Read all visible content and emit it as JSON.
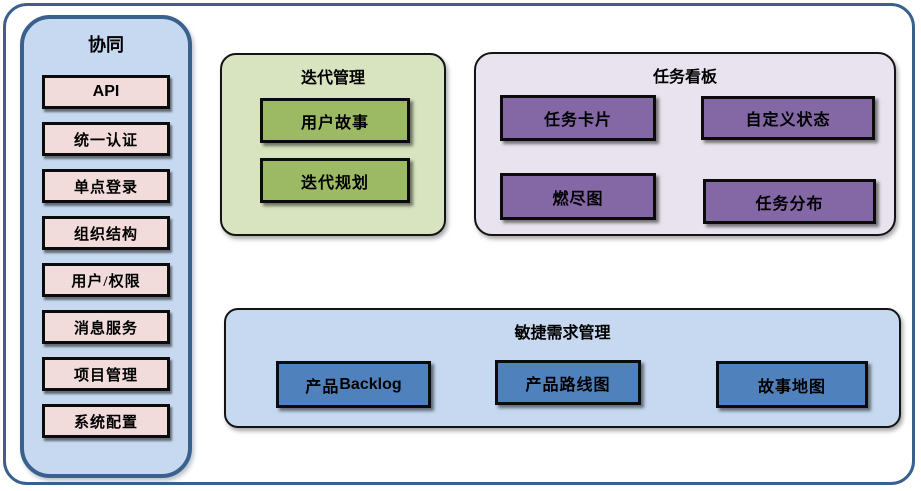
{
  "colors": {
    "frame_border": "#3A618E",
    "sidebar_bg": "#C6D9F0",
    "sidebar_border": "#3A618E",
    "item_pink_bg": "#F2DCDB",
    "group_green_bg": "#D8E4C0",
    "node_green_bg": "#9CBA63",
    "group_purple_bg": "#E8E3EF",
    "node_purple_bg": "#8467A5",
    "group_blue_bg": "#C6D9F0",
    "node_blue_bg": "#4F81BD",
    "node_border": "#0B0B0B",
    "text": "#000000"
  },
  "sidebar": {
    "title": "协同",
    "items": [
      {
        "label": "API"
      },
      {
        "label": "统一认证"
      },
      {
        "label": "单点登录"
      },
      {
        "label": "组织结构"
      },
      {
        "label": "用户/权限"
      },
      {
        "label": "消息服务"
      },
      {
        "label": "项目管理"
      },
      {
        "label": "系统配置"
      }
    ]
  },
  "groups": {
    "iteration": {
      "title": "迭代管理",
      "items": [
        {
          "label": "用户故事"
        },
        {
          "label": "迭代规划"
        }
      ]
    },
    "kanban": {
      "title": "任务看板",
      "items": [
        {
          "label": "任务卡片"
        },
        {
          "label": "自定义状态"
        },
        {
          "label": "燃尽图"
        },
        {
          "label": "任务分布"
        }
      ]
    },
    "agile": {
      "title": "敏捷需求管理",
      "items": [
        {
          "label_zh": "产品",
          "label_en": "Backlog"
        },
        {
          "label": "产品路线图"
        },
        {
          "label": "故事地图"
        }
      ]
    }
  }
}
